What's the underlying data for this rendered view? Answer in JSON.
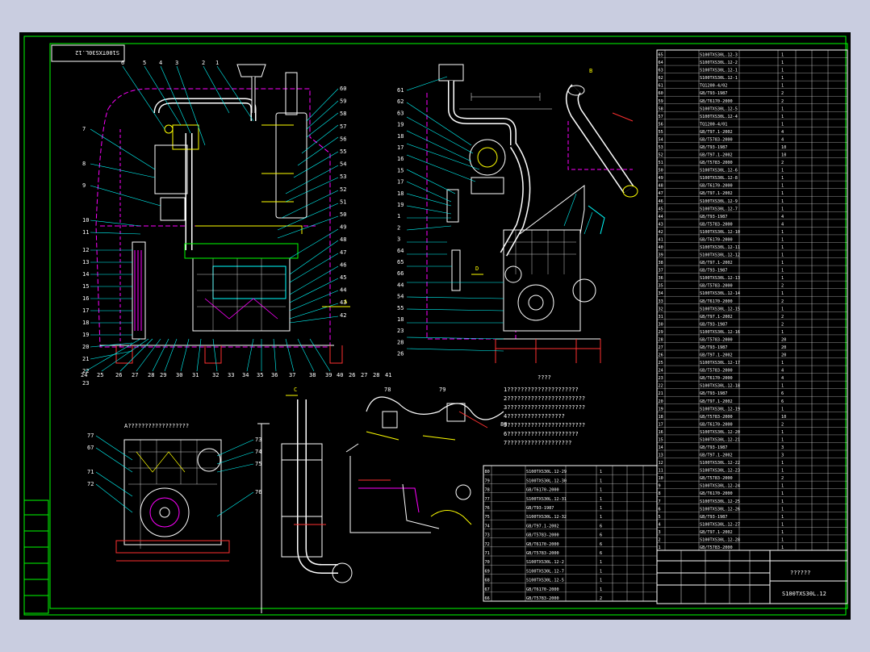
{
  "title_top": "S100TXS30L.12",
  "drawing_number": "S100TXS30L.12",
  "part_name": "??????",
  "notes_heading": "????",
  "notes": [
    "1?????????????????????",
    "2???????????????????????",
    "3???????????????????????",
    "4?????????????????",
    "5???????????????????????",
    "6?????????????????????",
    "7???????????????????"
  ],
  "view_labels": {
    "a": "A",
    "b": "B",
    "c": "C",
    "d": "D",
    "view_a_caption": "A??????????????????"
  },
  "left_callouts": [
    "7",
    "8",
    "9",
    "10",
    "11",
    "12",
    "13",
    "14",
    "15",
    "16",
    "17",
    "18",
    "19",
    "20",
    "21",
    "22",
    "23"
  ],
  "top_callouts": [
    "6",
    "5",
    "4",
    "3",
    "2",
    "1"
  ],
  "bottom_callouts": [
    "24",
    "25",
    "26",
    "27",
    "28",
    "29",
    "30",
    "31",
    "32",
    "33",
    "34",
    "35",
    "36",
    "37",
    "38",
    "39",
    "40",
    "26",
    "27",
    "28",
    "41"
  ],
  "right_callouts": [
    "60",
    "59",
    "58",
    "57",
    "56",
    "55",
    "54",
    "53",
    "52",
    "51",
    "50",
    "49",
    "48",
    "47",
    "46",
    "45",
    "44",
    "43",
    "42"
  ],
  "side_view_callouts": [
    "61",
    "62",
    "63",
    "19",
    "18",
    "17",
    "16",
    "15",
    "17",
    "18",
    "19",
    "1",
    "2",
    "3",
    "64",
    "65",
    "66",
    "44",
    "54",
    "55",
    "18",
    "23",
    "28",
    "26"
  ],
  "bottom_views_callouts": [
    "77",
    "67",
    "71",
    "72",
    "73",
    "74",
    "75",
    "76",
    "78",
    "79",
    "80"
  ],
  "parts_list_right": [
    {
      "no": "65",
      "code": "S100TXS30L.12-3",
      "qty": "1"
    },
    {
      "no": "64",
      "code": "S100TXS30L.12-2",
      "qty": "1"
    },
    {
      "no": "63",
      "code": "S100TXS30L.12-1",
      "qty": "1"
    },
    {
      "no": "62",
      "code": "S100TXS30L.12-1",
      "qty": "1"
    },
    {
      "no": "61",
      "code": "TQ1200-4/02",
      "qty": "1"
    },
    {
      "no": "60",
      "code": "GB/T93-1987",
      "qty": "2"
    },
    {
      "no": "59",
      "code": "GB/T6170-2000",
      "qty": "2"
    },
    {
      "no": "58",
      "code": "S100TXS30L.12-5",
      "qty": "1"
    },
    {
      "no": "57",
      "code": "S100TXS30L.12-4",
      "qty": "1"
    },
    {
      "no": "56",
      "code": "TQ1200-4/01",
      "qty": "1"
    },
    {
      "no": "55",
      "code": "GB/T97.1-2002",
      "qty": "4"
    },
    {
      "no": "54",
      "code": "GB/T5783-2000",
      "qty": "4"
    },
    {
      "no": "53",
      "code": "GB/T93-1987",
      "qty": "10"
    },
    {
      "no": "52",
      "code": "GB/T97.1-2002",
      "qty": "10"
    },
    {
      "no": "51",
      "code": "GB/T5783-2000",
      "qty": "2"
    },
    {
      "no": "50",
      "code": "S100TXS30L.12-6",
      "qty": "1"
    },
    {
      "no": "49",
      "code": "S100TXS30L.12-8",
      "qty": "1"
    },
    {
      "no": "48",
      "code": "GB/T6170-2000",
      "qty": "1"
    },
    {
      "no": "47",
      "code": "GB/T97.1-2002",
      "qty": "1"
    },
    {
      "no": "46",
      "code": "S100TXS30L.12-9",
      "qty": "1"
    },
    {
      "no": "45",
      "code": "S100TXS30L.12-7",
      "qty": "1"
    },
    {
      "no": "44",
      "code": "GB/T93-1987",
      "qty": "4"
    },
    {
      "no": "43",
      "code": "GB/T5783-2000",
      "qty": "4"
    },
    {
      "no": "42",
      "code": "S100TXS30L.12-10",
      "qty": "1"
    },
    {
      "no": "41",
      "code": "GB/T6170-2000",
      "qty": "1"
    },
    {
      "no": "40",
      "code": "S100TXS30L.12-11",
      "qty": "1"
    },
    {
      "no": "39",
      "code": "S100TXS30L.12-12",
      "qty": "1"
    },
    {
      "no": "38",
      "code": "GB/T97.1-2002",
      "qty": "1"
    },
    {
      "no": "37",
      "code": "GB/T93-1987",
      "qty": "1"
    },
    {
      "no": "36",
      "code": "S100TXS30L.12-13",
      "qty": "1"
    },
    {
      "no": "35",
      "code": "GB/T5783-2000",
      "qty": "2"
    },
    {
      "no": "34",
      "code": "S100TXS30L.12-14",
      "qty": "1"
    },
    {
      "no": "33",
      "code": "GB/T6170-2000",
      "qty": "2"
    },
    {
      "no": "32",
      "code": "S100TXS30L.12-15",
      "qty": "1"
    },
    {
      "no": "31",
      "code": "GB/T97.1-2002",
      "qty": "2"
    },
    {
      "no": "30",
      "code": "GB/T93-1987",
      "qty": "2"
    },
    {
      "no": "29",
      "code": "S100TXS30L.12-16",
      "qty": "1"
    },
    {
      "no": "28",
      "code": "GB/T5783-2000",
      "qty": "20"
    },
    {
      "no": "27",
      "code": "GB/T93-1987",
      "qty": "20"
    },
    {
      "no": "26",
      "code": "GB/T97.1-2002",
      "qty": "20"
    },
    {
      "no": "25",
      "code": "S100TXS30L.12-17",
      "qty": "1"
    },
    {
      "no": "24",
      "code": "GB/T5783-2000",
      "qty": "4"
    },
    {
      "no": "23",
      "code": "GB/T6170-2000",
      "qty": "4"
    },
    {
      "no": "22",
      "code": "S100TXS30L.12-18",
      "qty": "1"
    },
    {
      "no": "21",
      "code": "GB/T93-1987",
      "qty": "6"
    },
    {
      "no": "20",
      "code": "GB/T97.1-2002",
      "qty": "6"
    },
    {
      "no": "19",
      "code": "S100TXS30L.12-19",
      "qty": "1"
    },
    {
      "no": "18",
      "code": "GB/T5783-2000",
      "qty": "10"
    },
    {
      "no": "17",
      "code": "GB/T6170-2000",
      "qty": "2"
    },
    {
      "no": "16",
      "code": "S100TXS30L.12-20",
      "qty": "1"
    },
    {
      "no": "15",
      "code": "S100TXS30L.12-21",
      "qty": "1"
    },
    {
      "no": "14",
      "code": "GB/T93-1987",
      "qty": "3"
    },
    {
      "no": "13",
      "code": "GB/T97.1-2002",
      "qty": "3"
    },
    {
      "no": "12",
      "code": "S100TXS30L.12-22",
      "qty": "1"
    },
    {
      "no": "11",
      "code": "S100TXS30L.12-23",
      "qty": "1"
    },
    {
      "no": "10",
      "code": "GB/T5783-2000",
      "qty": "2"
    },
    {
      "no": "9",
      "code": "S100TXS30L.12-24",
      "qty": "1"
    },
    {
      "no": "8",
      "code": "GB/T6170-2000",
      "qty": "1"
    },
    {
      "no": "7",
      "code": "S100TXS30L.12-25",
      "qty": "1"
    },
    {
      "no": "6",
      "code": "S100TXS30L.12-26",
      "qty": "1"
    },
    {
      "no": "5",
      "code": "GB/T93-1987",
      "qty": "1"
    },
    {
      "no": "4",
      "code": "S100TXS30L.12-27",
      "qty": "1"
    },
    {
      "no": "3",
      "code": "GB/T97.1-2002",
      "qty": "1"
    },
    {
      "no": "2",
      "code": "S100TXS30L.12-28",
      "qty": "1"
    },
    {
      "no": "1",
      "code": "GB/T5783-2000",
      "qty": "1"
    }
  ],
  "parts_list_bottom": [
    {
      "no": "80",
      "code": "S100TXS30L.12-29",
      "qty": "1"
    },
    {
      "no": "79",
      "code": "S100TXS30L.12-30",
      "qty": "1"
    },
    {
      "no": "78",
      "code": "GB/T6170-2000",
      "qty": "1"
    },
    {
      "no": "77",
      "code": "S100TXS30L.12-31",
      "qty": "1"
    },
    {
      "no": "76",
      "code": "GB/T93-1987",
      "qty": "1"
    },
    {
      "no": "75",
      "code": "S100TXS30L.12-32",
      "qty": "1"
    },
    {
      "no": "74",
      "code": "GB/T97.1-2002",
      "qty": "6"
    },
    {
      "no": "73",
      "code": "GB/T5783-2000",
      "qty": "6"
    },
    {
      "no": "72",
      "code": "GB/T6170-2000",
      "qty": "6"
    },
    {
      "no": "71",
      "code": "GB/T5783-2000",
      "qty": "6"
    },
    {
      "no": "70",
      "code": "S100TXS30L.12-2",
      "qty": "1"
    },
    {
      "no": "69",
      "code": "S100TXS30L.12-7",
      "qty": "1"
    },
    {
      "no": "68",
      "code": "S100TXS30L.12-5",
      "qty": "1"
    },
    {
      "no": "67",
      "code": "GB/T6170-2000",
      "qty": "1"
    },
    {
      "no": "66",
      "code": "GB/T5783-2000",
      "qty": "2"
    }
  ],
  "colors": {
    "background": "#000000",
    "frame": "#00ff00",
    "outline": "#ffffff",
    "leader": "#00ffff",
    "hidden": "#ff00ff",
    "accent": "#ffff00",
    "dim": "#ff3030"
  }
}
